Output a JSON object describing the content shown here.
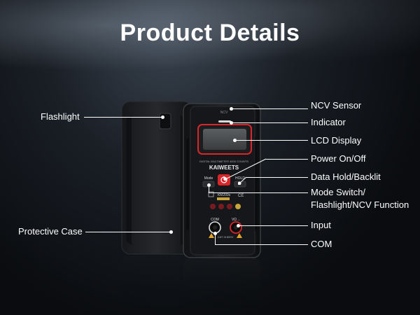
{
  "title": "Product Details",
  "device_text": {
    "ncv": "NCV",
    "model_line": "DIGITAL MULTIMETER 4000 COUNTS",
    "brand": "KAIWEETS",
    "mode": "Mode",
    "hold": "HOLD",
    "model": "KM200s",
    "com": "COM",
    "vohm": "VΩ→",
    "warning": "CAT III 600V"
  },
  "callouts": {
    "flashlight": "Flashlight",
    "protective_case": "Protective Case",
    "ncv_sensor": "NCV Sensor",
    "indicator": "Indicator",
    "lcd_display": "LCD Display",
    "power": "Power On/Off",
    "data_hold": "Data Hold/Backlit",
    "mode_switch_1": "Mode Switch/",
    "mode_switch_2": "Flashlight/NCV Function",
    "input": "Input",
    "com": "COM"
  },
  "colors": {
    "accent_red": "#d8262b",
    "label_white": "#ffffff",
    "body_black": "#1a1b1d"
  }
}
